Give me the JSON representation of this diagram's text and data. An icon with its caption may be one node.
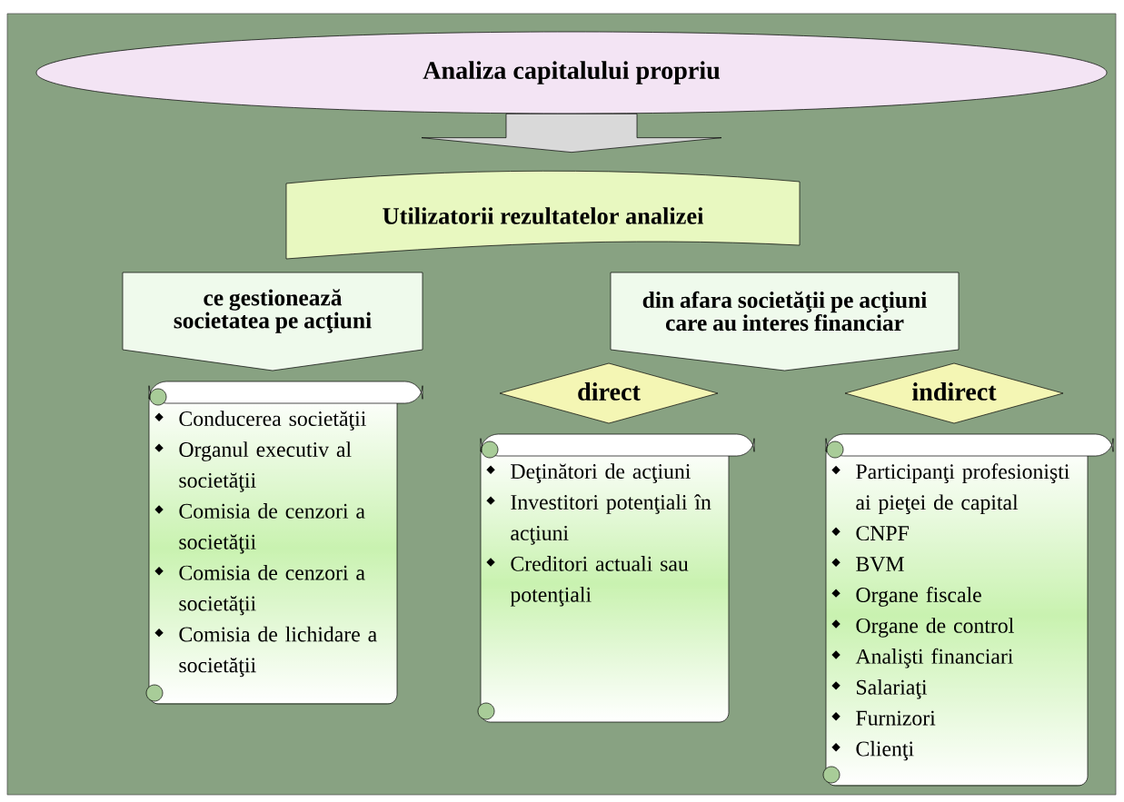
{
  "diagram": {
    "nodes": [
      {
        "text": [
          "Analiza capitalului propriu"
        ]
      },
      {
        "text": [
          "Utilizatorii rezultatelor analizei"
        ]
      },
      {
        "text": [
          "ce gestionează societatea pe acţiuni"
        ]
      },
      {
        "text": [
          "din afara societăţii pe acţiuni care au interes financiar"
        ]
      },
      {
        "text": [
          "direct"
        ]
      },
      {
        "text": [
          "indirect"
        ]
      },
      {
        "text": [
          "Conducerea societăţii",
          "Organul executiv al societăţii",
          "Comisia de cenzori a societăţii",
          "Comisia de cenzori a societăţii",
          "Comisia de lichidare a societăţii"
        ]
      },
      {
        "text": [
          "Deţinători de acţiuni",
          "Investitori potenţiali în acţiuni",
          "Creditori actuali sau potenţiali"
        ]
      },
      {
        "text": [
          "Participanţi profesionişti ai pieţei de capital",
          "CNPF",
          "BVM",
          "Organe fiscale",
          "Organe de control",
          "Analişti financiari",
          "Salariaţi",
          "Furnizori",
          "Clienţi"
        ]
      }
    ],
    "edges": [
      {
        "from": 0,
        "to": 1,
        "arrow": "to"
      }
    ]
  }
}
